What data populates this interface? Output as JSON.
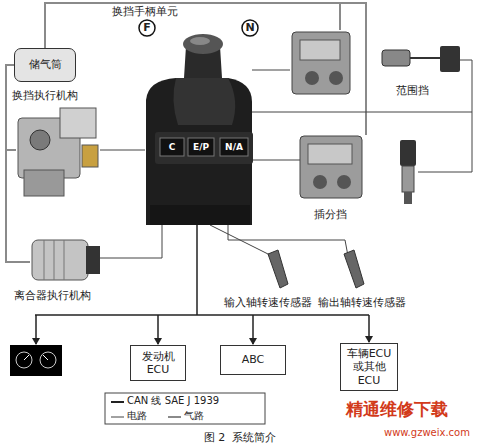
{
  "diagram": {
    "caption": "图 2  系统简介",
    "nodes": [
      {
        "text": [
          "储气筒"
        ]
      },
      {
        "text": [
          "F"
        ]
      },
      {
        "text": [
          "N"
        ]
      },
      {
        "text": [
          "发动机 ECU"
        ]
      },
      {
        "text": [
          "ABC"
        ]
      },
      {
        "text": [
          "车辆ECU 或其他ECU"
        ]
      }
    ],
    "labels": [
      "换挡手柄单元",
      "C",
      "E/P",
      "N/A",
      "换挡执行机构",
      "范围挡",
      "插分挡",
      "离合器执行机构",
      "输入轴转速传感器",
      "输出轴转速传感器",
      "精通维修下载",
      "www.gzweix.com"
    ],
    "legend": [
      {
        "text": "CAN 线 SAE J 1939"
      },
      {
        "text": "电路"
      },
      {
        "text": "气路"
      }
    ]
  }
}
